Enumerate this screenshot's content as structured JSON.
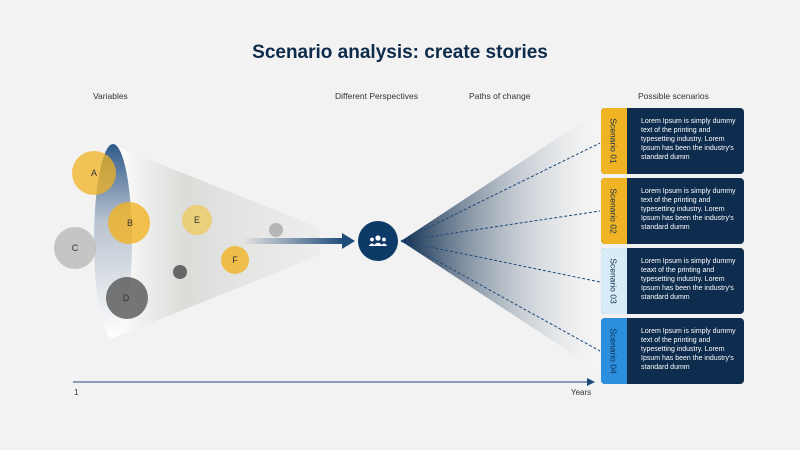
{
  "title": "Scenario analysis: create stories",
  "columns": {
    "variables": "Variables",
    "perspectives": "Different Perspectives",
    "paths": "Paths of change",
    "scenarios": "Possible scenarios"
  },
  "circles": [
    {
      "label": "A"
    },
    {
      "label": "B"
    },
    {
      "label": "C"
    },
    {
      "label": "D"
    },
    {
      "label": "E"
    },
    {
      "label": "F"
    }
  ],
  "hub_icon": "people-group-icon",
  "scenarios": [
    {
      "name": "Scenario 01",
      "color": "#f0b323",
      "text": "Lorem Ipsum is simply dummy text of the printing and typesetting industry. Lorem Ipsum has been the industry's standard dumm"
    },
    {
      "name": "Scenario 02",
      "color": "#f0b323",
      "text": "Lorem Ipsum is simply dummy text of the printing and typesetting industry. Lorem Ipsum has been the industry's standard dumm"
    },
    {
      "name": "Scenario 03",
      "color": "#d7ecf6",
      "text": "Lorem Ipsum is simply dummy teaxt of the printing and typesetting industry. Lorem Ipsum has been the industry's standard dumm"
    },
    {
      "name": "Scenario 04",
      "color": "#2b8fdd",
      "text": "Lorem Ipsum is simply dummy text of the printing and typesetting industry. Lorem Ipsum has been the industry's standard dumm"
    }
  ],
  "axis": {
    "start": "1",
    "end": "Years"
  }
}
